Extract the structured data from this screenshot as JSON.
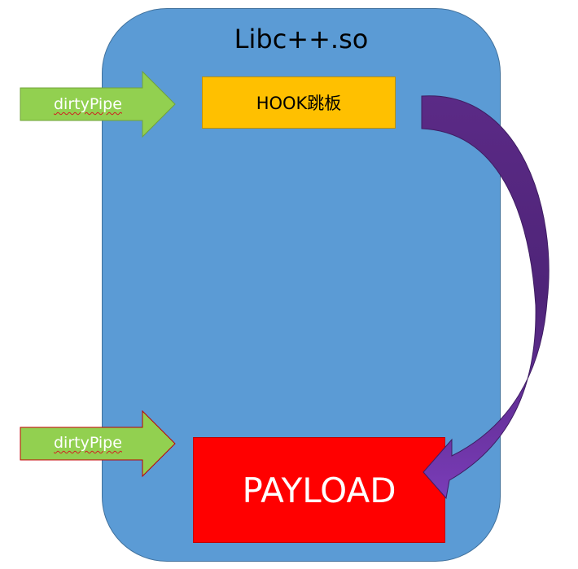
{
  "container": {
    "title": "Libc++.so",
    "fill_color": "#5b9bd5"
  },
  "hook_box": {
    "label": "HOOK跳板",
    "fill_color": "#ffc000"
  },
  "payload_box": {
    "label": "PAYLOAD",
    "fill_color": "#ff0000"
  },
  "input_arrows": [
    {
      "label": "dirtyPipe",
      "fill_color": "#92d050"
    },
    {
      "label": "dirtyPipe",
      "fill_color": "#92d050"
    }
  ],
  "curved_arrow": {
    "icon": "curved-arrow-icon",
    "fill_color": "#7030a0"
  }
}
